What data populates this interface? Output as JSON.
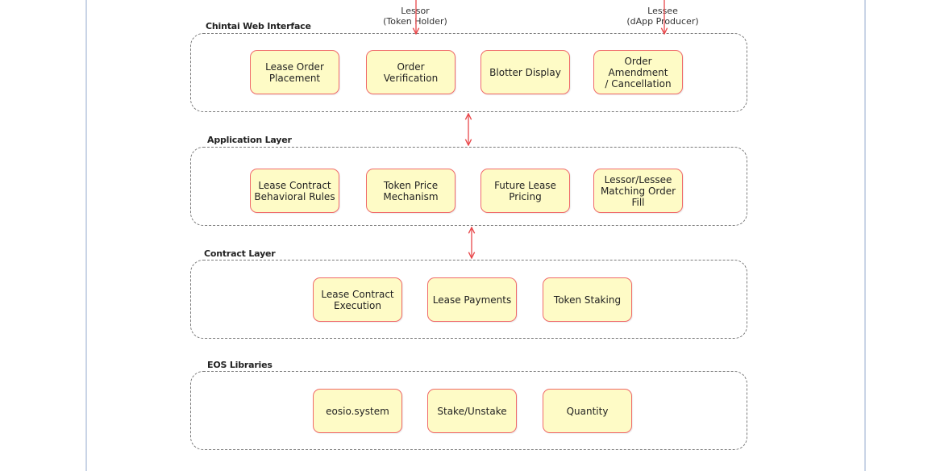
{
  "colors": {
    "node_fill": "#fefbc6",
    "node_border": "#f06a6a",
    "arrow": "#e8474a",
    "layer_border": "#7a7a7a"
  },
  "actors": {
    "lessor": {
      "name": "Lessor",
      "role": "(Token Holder)"
    },
    "lessee": {
      "name": "Lessee",
      "role": "(dApp Producer)"
    }
  },
  "layers": [
    {
      "title": "Chintai Web Interface",
      "nodes": [
        "Lease Order\nPlacement",
        "Order Verification",
        "Blotter Display",
        "Order Amendment\n/ Cancellation"
      ]
    },
    {
      "title": "Application Layer",
      "nodes": [
        "Lease Contract\nBehavioral Rules",
        "Token Price\nMechanism",
        "Future Lease\nPricing",
        "Lessor/Lessee\nMatching Order Fill"
      ]
    },
    {
      "title": "Contract Layer",
      "nodes": [
        "Lease Contract\nExecution",
        "Lease Payments",
        "Token Staking"
      ]
    },
    {
      "title": "EOS Libraries",
      "nodes": [
        "eosio.system",
        "Stake/Unstake",
        "Quantity"
      ]
    }
  ]
}
